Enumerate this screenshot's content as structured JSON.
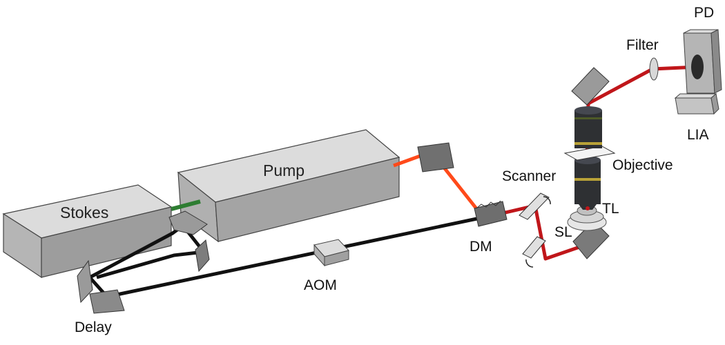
{
  "labels": {
    "pd": "PD",
    "filter": "Filter",
    "lia": "LIA",
    "objective": "Objective",
    "scanner": "Scanner",
    "tl": "TL",
    "sl": "SL",
    "dm": "DM",
    "pump": "Pump",
    "stokes": "Stokes",
    "aom": "AOM",
    "delay": "Delay"
  },
  "colors": {
    "pump_beam": "#ff4a1a",
    "stokes_beam": "#111111",
    "combined_beam": "#c0161a",
    "stokes_output": "#2e7d32",
    "box_front": "#bdbdbd",
    "box_top": "#dcdcdc",
    "box_side": "#9a9a9a",
    "objective_body": "#2e3033",
    "objective_band": "#b9a238"
  }
}
